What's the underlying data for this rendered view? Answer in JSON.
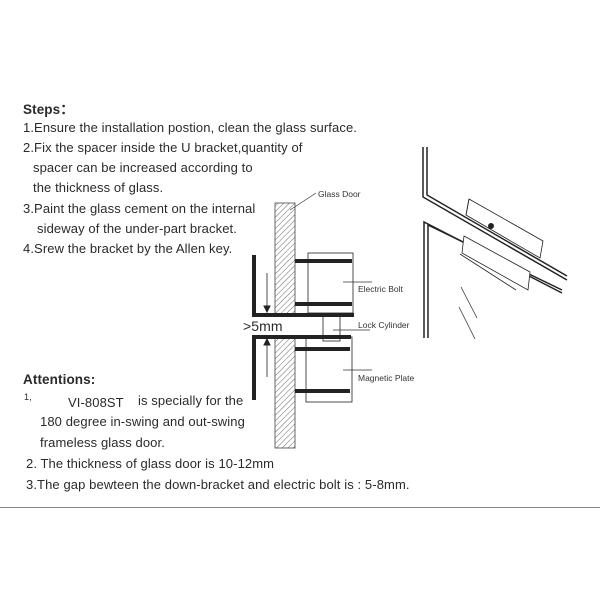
{
  "steps": {
    "heading": "Steps：",
    "lines": [
      "1.Ensure the installation postion, clean the glass surface.",
      "2.Fix the spacer inside the U bracket,quantity of",
      "spacer can be increased according to",
      "the thickness of glass.",
      "3.Paint the glass cement on the internal",
      "sideway of the under-part bracket.",
      "4.Srew the bracket by the Allen key."
    ]
  },
  "attentions": {
    "heading": "Attentions:",
    "item1_num": "1,",
    "item1_model": "VI-808ST",
    "item1_lines": [
      "is specially for the",
      "180 degree in-swing and out-swing",
      "frameless glass door."
    ],
    "item2": "2. The thickness of glass door is 10-12mm",
    "item3": "3.The gap bewteen the down-bracket and electric bolt is : 5-8mm."
  },
  "diagram": {
    "glass_door": "Glass Door",
    "electric_bolt": "Electric Bolt",
    "lock_cylinder": "Lock Cylinder",
    "magnetic_plate": "Magnetic Plate",
    "gap": ">5mm"
  }
}
